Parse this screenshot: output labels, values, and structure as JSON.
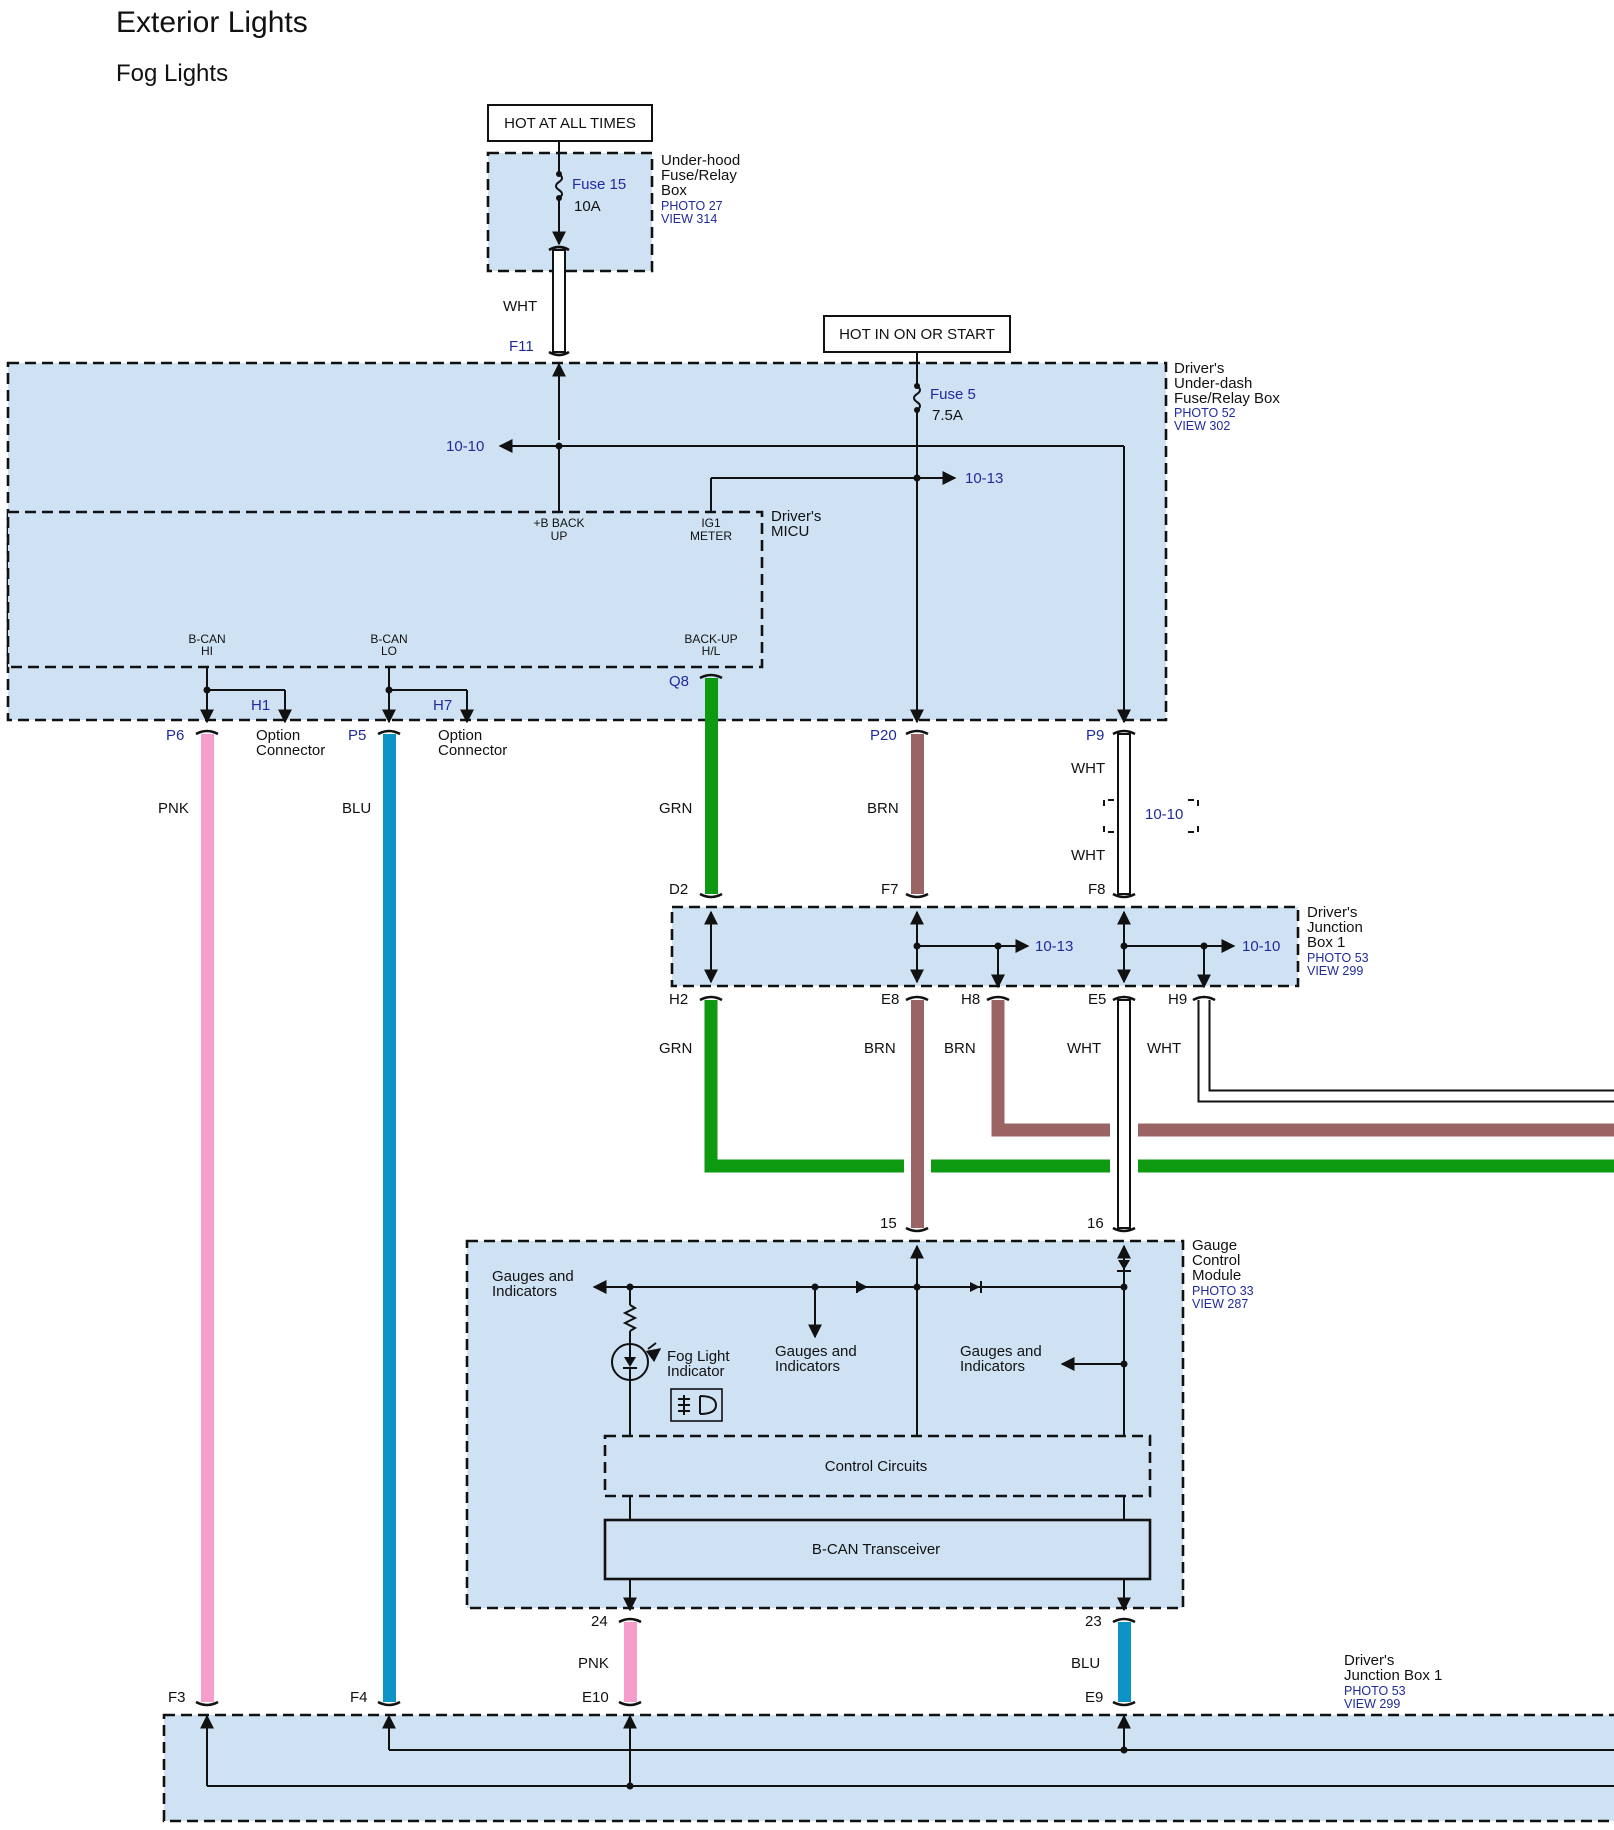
{
  "title": "Exterior Lights",
  "subtitle": "Fog Lights",
  "power": {
    "hot_all_times": "HOT AT ALL TIMES",
    "hot_on_start": "HOT IN ON OR START"
  },
  "underhood_box": {
    "name_l1": "Under-hood",
    "name_l2": "Fuse/Relay",
    "name_l3": "Box",
    "photo": "PHOTO 27",
    "view": "VIEW 314",
    "fuse": "Fuse 15",
    "amps": "10A"
  },
  "underdash_box": {
    "name_l1": "Driver's",
    "name_l2": "Under-dash",
    "name_l3": "Fuse/Relay Box",
    "photo": "PHOTO 52",
    "view": "VIEW 302",
    "fuse": "Fuse 5",
    "amps": "7.5A",
    "ref_left": "10-10",
    "ref_right": "10-13"
  },
  "micu": {
    "name_l1": "Driver's",
    "name_l2": "MICU",
    "bplus_l1": "+B BACK",
    "bplus_l2": "UP",
    "ig1_l1": "IG1",
    "ig1_l2": "METER",
    "bcanhi_l1": "B-CAN",
    "bcanhi_l2": "HI",
    "bcanlo_l1": "B-CAN",
    "bcanlo_l2": "LO",
    "backup_l1": "BACK-UP",
    "backup_l2": "H/L"
  },
  "option_connector": {
    "h1": "H1",
    "h7": "H7",
    "l1": "Option",
    "l2": "Connector"
  },
  "pins": {
    "f11": "F11",
    "q8": "Q8",
    "p6": "P6",
    "p5": "P5",
    "p20": "P20",
    "p9": "P9",
    "d2": "D2",
    "f7": "F7",
    "f8": "F8",
    "h2": "H2",
    "e8": "E8",
    "h8": "H8",
    "e5": "E5",
    "h9": "H9",
    "g15": "15",
    "g16": "16",
    "g24": "24",
    "g23": "23",
    "f3": "F3",
    "f4": "F4",
    "e10": "E10",
    "e9": "E9"
  },
  "wires": {
    "wht": "WHT",
    "pnk": "PNK",
    "blu": "BLU",
    "grn": "GRN",
    "brn": "BRN"
  },
  "splice_ref": "10-10",
  "jb1": {
    "name_l1": "Driver's",
    "name_l2": "Junction",
    "name_l3": "Box 1",
    "photo": "PHOTO 53",
    "view": "VIEW 299",
    "ref_a": "10-13",
    "ref_b": "10-10"
  },
  "gauge": {
    "name_l1": "Gauge",
    "name_l2": "Control",
    "name_l3": "Module",
    "photo": "PHOTO 33",
    "view": "VIEW 287",
    "gi_left_l1": "Gauges and",
    "gi_left_l2": "Indicators",
    "gi_mid_l1": "Gauges and",
    "gi_mid_l2": "Indicators",
    "gi_right_l1": "Gauges and",
    "gi_right_l2": "Indicators",
    "fog_l1": "Fog Light",
    "fog_l2": "Indicator",
    "control": "Control Circuits",
    "transceiver": "B-CAN Transceiver"
  },
  "jb1_bottom": {
    "name_l1": "Driver's",
    "name_l2": "Junction Box 1",
    "photo": "PHOTO 53",
    "view": "VIEW 299"
  },
  "colors": {
    "panel": "#cfe2f4",
    "pnk": "#f59dcb",
    "blu": "#0e93c6",
    "grn": "#0d9a10",
    "brn": "#9a6464",
    "ref_text": "#1f2b9c"
  },
  "icons": {
    "fog": "fog-light-symbol-icon"
  }
}
